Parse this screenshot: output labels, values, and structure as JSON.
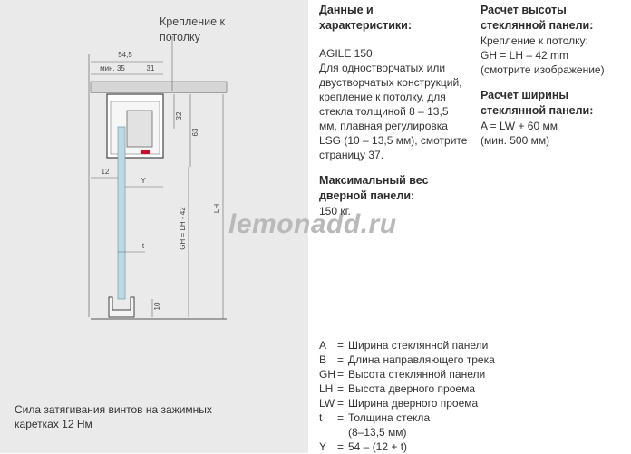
{
  "drawing": {
    "ceiling_label_line1": "Крепление к",
    "ceiling_label_line2": "потолку",
    "dims": {
      "d545": "54,5",
      "dmin35": "мин. 35",
      "d31": "31",
      "d32": "32",
      "d63": "63",
      "d12": "12",
      "dY": "Y",
      "dt": "t",
      "d10": "10",
      "dGH": "GH = LH - 42",
      "dLH": "LH"
    }
  },
  "footnote": "Сила затягивания винтов на зажимных каретках 12 Нм",
  "watermark": "lemonadd.ru",
  "col1": {
    "heading1": "Данные и характеристики:",
    "model": "AGILE 150",
    "description": "Для одностворчатых или двустворчатых конструкций, крепление к потолку, для стекла толщиной 8 – 13,5 мм, плавная регулировка LSG (10 – 13,5 мм), смотрите страницу 37.",
    "heading2": "Максимальный вес дверной панели:",
    "weight": "150 кг."
  },
  "col2": {
    "heading1": "Расчет высоты стеклянной панели:",
    "line1": "Крепление к потолку:",
    "line2": "GH = LH – 42 mm",
    "line3": "(смотрите изображение)",
    "heading2": "Расчет ширины стеклянной панели:",
    "line4": "A = LW + 60 мм",
    "line5": "(мин. 500 мм)"
  },
  "legend": [
    {
      "key": "A",
      "eq": "=",
      "value": "Ширина стеклянной панели"
    },
    {
      "key": "B",
      "eq": "=",
      "value": "Длина направляющего трека"
    },
    {
      "key": "GH",
      "eq": "=",
      "value": "Высота стеклянной панели"
    },
    {
      "key": "LH",
      "eq": "=",
      "value": "Высота дверного проема"
    },
    {
      "key": "LW",
      "eq": "=",
      "value": "Ширина дверного проема"
    },
    {
      "key": "t",
      "eq": "=",
      "value": "Толщина стекла"
    },
    {
      "key": "",
      "eq": "",
      "value": "(8–13,5 мм)"
    },
    {
      "key": "Y",
      "eq": "=",
      "value": "54 – (12 + t)"
    }
  ],
  "colors": {
    "panel_bg": "#eaeaea",
    "glass": "#b9dbe6",
    "accent_red": "#c8102e",
    "line": "#555555"
  }
}
